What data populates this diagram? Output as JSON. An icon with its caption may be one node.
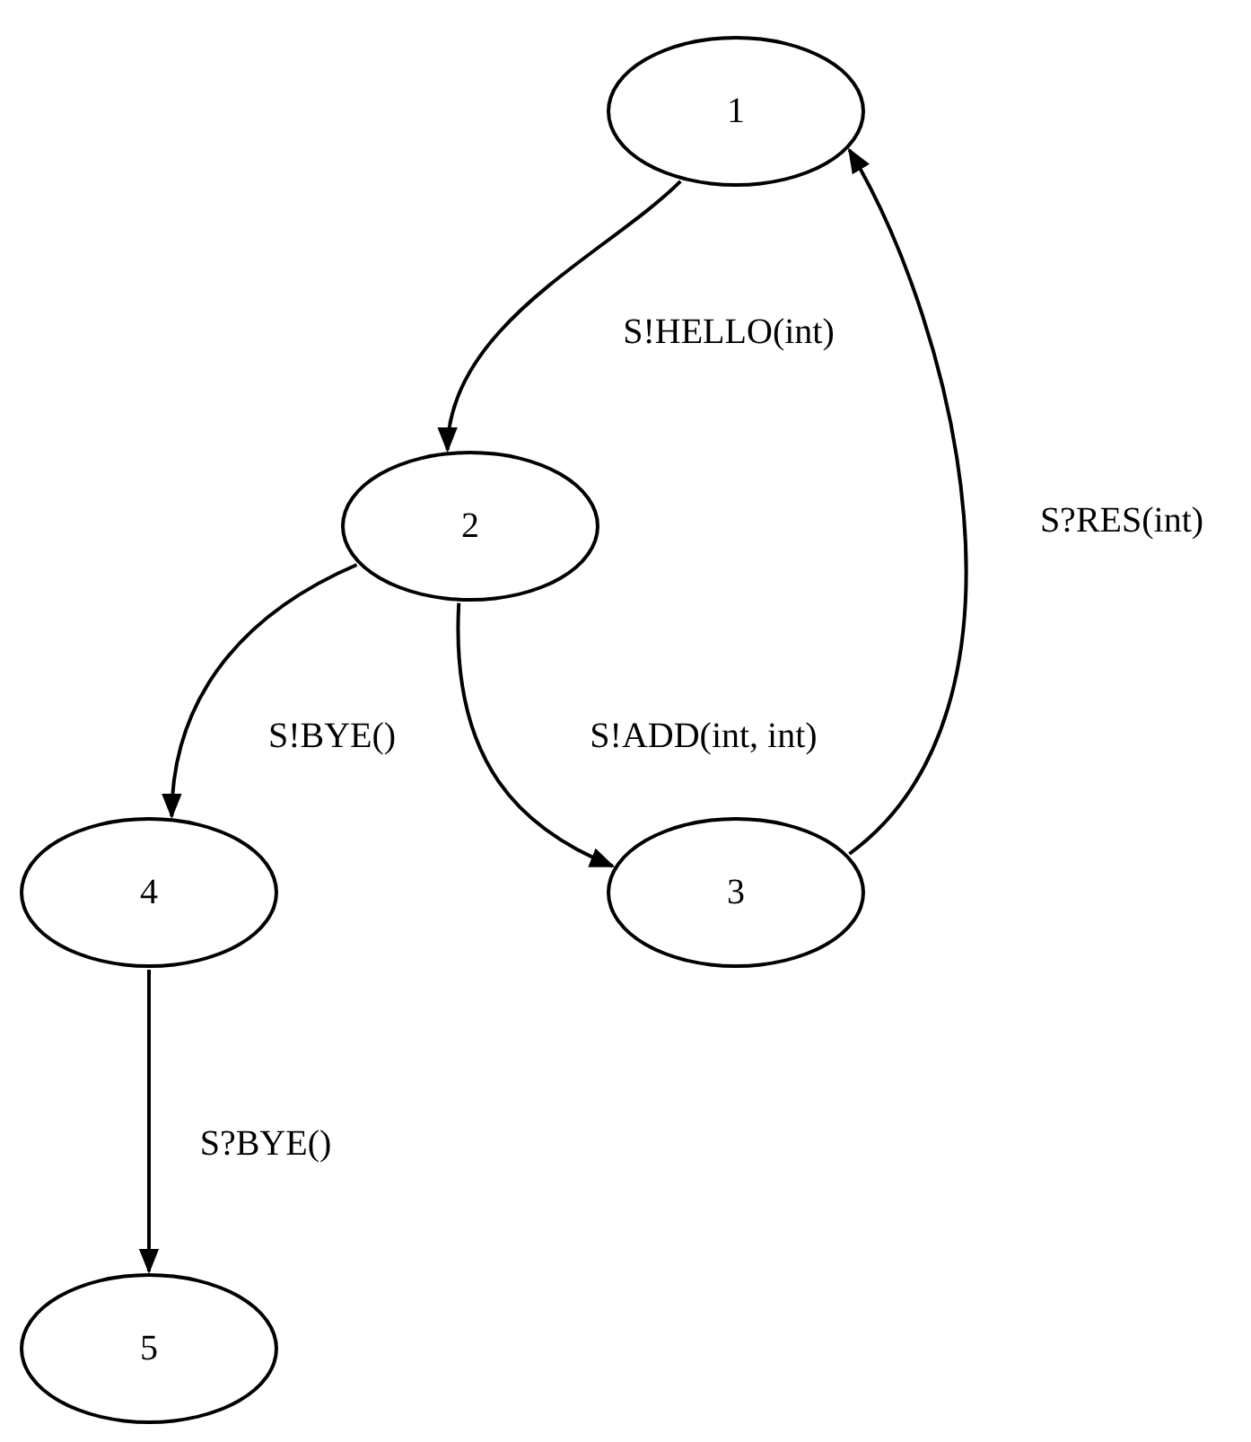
{
  "diagram": {
    "nodes": [
      {
        "text": [
          "1"
        ]
      },
      {
        "text": [
          "2"
        ]
      },
      {
        "text": [
          "3"
        ]
      },
      {
        "text": [
          "4"
        ]
      },
      {
        "text": [
          "5"
        ]
      }
    ],
    "edges": [
      {
        "from": 0,
        "to": 1,
        "arrow": "to",
        "label": "S!HELLO(int)"
      },
      {
        "from": 1,
        "to": 3,
        "arrow": "to",
        "label": "S!BYE()"
      },
      {
        "from": 1,
        "to": 2,
        "arrow": "to",
        "label": "S!ADD(int, int)"
      },
      {
        "from": 2,
        "to": 0,
        "arrow": "to",
        "label": "S?RES(int)"
      },
      {
        "from": 3,
        "to": 4,
        "arrow": "to",
        "label": "S?BYE()"
      }
    ]
  }
}
